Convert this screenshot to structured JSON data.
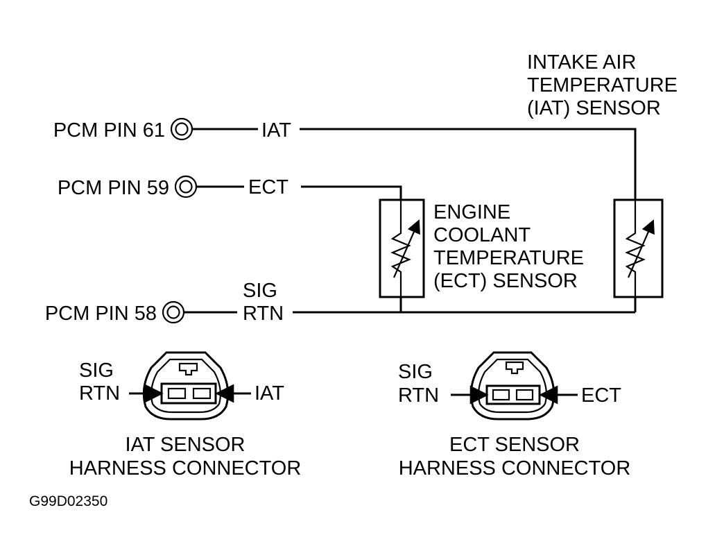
{
  "pins": {
    "pin61": "PCM PIN 61",
    "pin59": "PCM PIN 59",
    "pin58": "PCM PIN 58"
  },
  "wires": {
    "iat": "IAT",
    "ect": "ECT",
    "sig_rtn": [
      "SIG",
      "RTN"
    ]
  },
  "sensors": {
    "iat": [
      "INTAKE AIR",
      "TEMPERATURE",
      "(IAT) SENSOR"
    ],
    "ect": [
      "ENGINE",
      "COOLANT",
      "TEMPERATURE",
      "(ECT) SENSOR"
    ]
  },
  "connectors": {
    "iat": {
      "left_label": [
        "SIG",
        "RTN"
      ],
      "right_label": "IAT",
      "caption": [
        "IAT SENSOR",
        "HARNESS CONNECTOR"
      ]
    },
    "ect": {
      "left_label": [
        "SIG",
        "RTN"
      ],
      "right_label": "ECT",
      "caption": [
        "ECT SENSOR",
        "HARNESS CONNECTOR"
      ]
    }
  },
  "figure_id": "G99D02350"
}
